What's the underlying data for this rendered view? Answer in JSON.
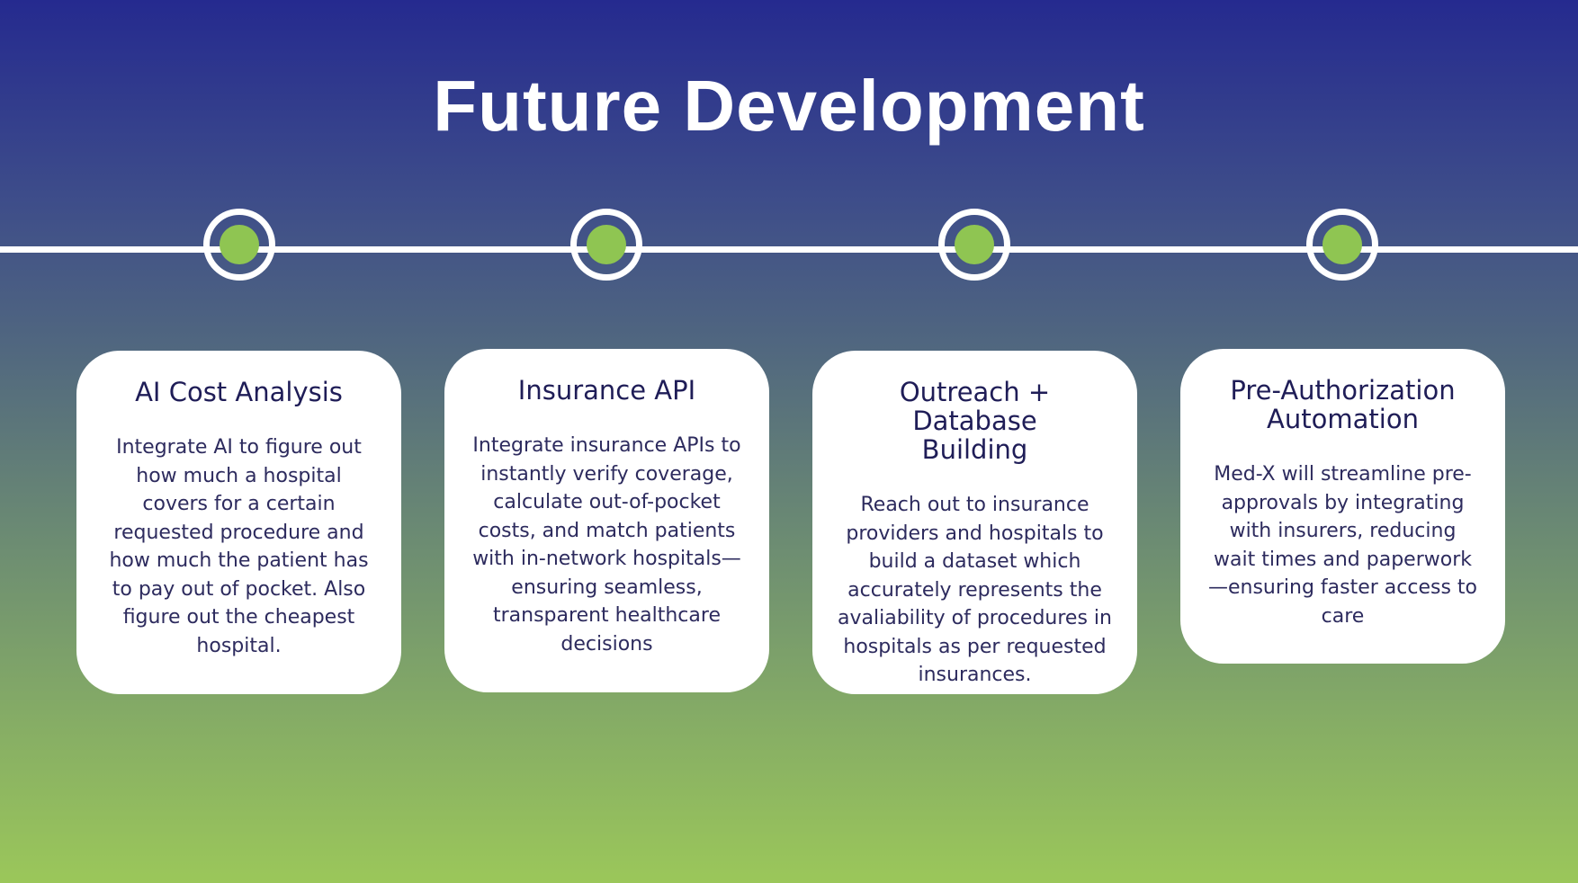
{
  "slide": {
    "title": "Future Development"
  },
  "colors": {
    "background_top": "#252a8f",
    "background_bottom": "#9bc75a",
    "marker_dot": "#8fc552",
    "card_background": "#ffffff",
    "card_title_text": "#1f1d57",
    "card_body_text": "#2d2b5e"
  },
  "timeline": {
    "items": [
      {
        "title": "AI Cost Analysis",
        "body": "Integrate AI to figure out how much a hospital covers for a certain requested procedure and how much the patient has to pay out of pocket. Also figure out the cheapest hospital."
      },
      {
        "title": "Insurance API",
        "body": "Integrate insurance APIs to instantly verify coverage, calculate out-of-pocket costs, and match patients with in-network hospitals—ensuring seamless, transparent healthcare decisions"
      },
      {
        "title": "Outreach + Database Building",
        "body": "Reach out to insurance providers and hospitals to build a dataset which accurately represents the avaliability of procedures in hospitals as per requested insurances."
      },
      {
        "title": "Pre-Authorization Automation",
        "body": "Med-X will streamline pre-approvals by integrating with insurers, reducing wait times and paperwork—ensuring faster access to care"
      }
    ]
  }
}
